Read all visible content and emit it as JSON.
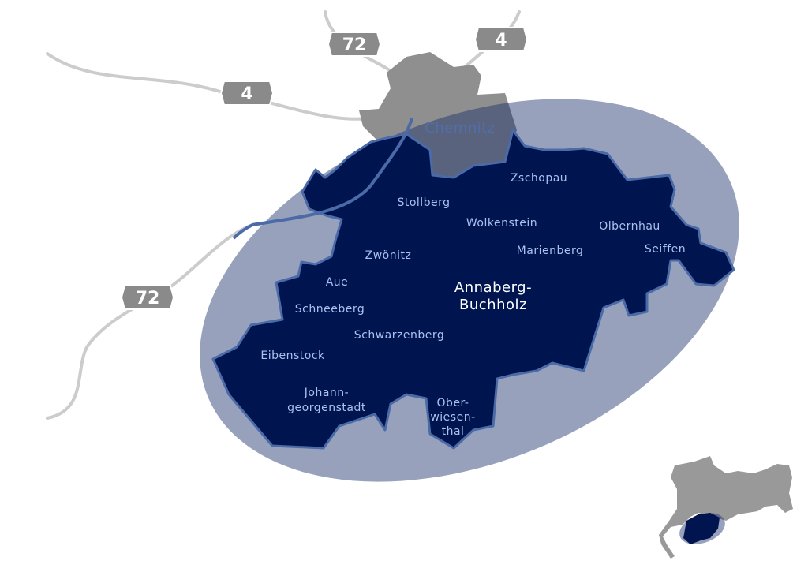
{
  "colors": {
    "region": "#001450",
    "ellipse": "#1a2f6b",
    "roads": "#cccccc",
    "city": "#8f8f8f",
    "border": "#4a6aa8",
    "labels": "#a9c3ef"
  },
  "roads": [
    {
      "id": "4",
      "shields": [
        "4",
        "4"
      ]
    },
    {
      "id": "72",
      "shields": [
        "72",
        "72"
      ]
    }
  ],
  "city": "Chemnitz",
  "main_town": [
    "Annaberg-",
    "Buchholz"
  ],
  "towns": [
    "Zschopau",
    "Stollberg",
    "Wolkenstein",
    "Olbernhau",
    "Zwönitz",
    "Marienberg",
    "Seiffen",
    "Aue",
    "Schneeberg",
    "Schwarzenberg",
    "Eibenstock"
  ],
  "multiline_towns": {
    "johanngeorgenstadt": [
      "Johann-",
      "georgenstadt"
    ],
    "oberwiesenthal": [
      "Ober-",
      "wiesen-",
      "thal"
    ]
  }
}
